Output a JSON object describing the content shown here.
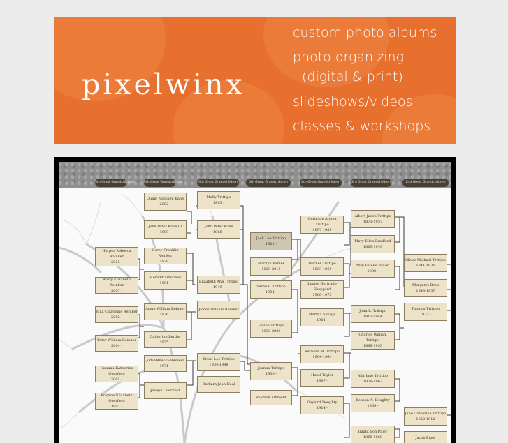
{
  "banner": {
    "logo": "pixelwinx",
    "services": [
      "custom photo albums",
      "photo organizing",
      "(digital & print)",
      "slideshows/videos",
      "classes & workshops"
    ],
    "accent": "#e8702e"
  },
  "tree": {
    "generations": [
      "5th Great Grandchildren",
      "4th Great Grandchildren",
      "6th Great Grandchildren",
      "5th Great Grandchildren",
      "4th Great Grandchildren",
      "3rd Great Grandchildren",
      "2nd Great Grandchildren"
    ],
    "people": [
      {
        "id": "p1",
        "name": "Quinn Madison Kane",
        "years": "2002 -"
      },
      {
        "id": "p2",
        "name": "John Peter Kane III",
        "years": "1999 -"
      },
      {
        "id": "p3",
        "name": "Molly Trittipo",
        "years": "1965 -"
      },
      {
        "id": "p4",
        "name": "John Peter Kane",
        "years": "1966 -"
      },
      {
        "id": "p5",
        "name": "Harper Rebecca Reinker",
        "years": "2013 -"
      },
      {
        "id": "p6",
        "name": "Avery Elizabeth Reinker",
        "years": "2007 -"
      },
      {
        "id": "p7",
        "name": "Corey Franklin Reinker",
        "years": "1979 -"
      },
      {
        "id": "p8",
        "name": "Meredith Pullman",
        "years": "1981 -"
      },
      {
        "id": "p9",
        "name": "Jack Lee Trittipo",
        "years": "1922 -"
      },
      {
        "id": "p10",
        "name": "Marilyn Parker",
        "years": "1929-2011"
      },
      {
        "id": "p11",
        "name": "Gertrude Althea Trittipo",
        "years": "1897-1985"
      },
      {
        "id": "p12",
        "name": "Albert Jacob Trittipo",
        "years": "1871-1937"
      },
      {
        "id": "p13",
        "name": "Mary Ellen Bradford",
        "years": "1863-1949"
      },
      {
        "id": "p14",
        "name": "Werner Trittipo",
        "years": "1893-1960"
      },
      {
        "id": "p15",
        "name": "May Estelle Yelton",
        "years": "1880 -"
      },
      {
        "id": "p16",
        "name": "Oliver Michael Trittipo",
        "years": "1841-1930"
      },
      {
        "id": "p17",
        "name": "Margaret Beck",
        "years": "1848-1937"
      },
      {
        "id": "p18",
        "name": "Elizabeth Ann Trittipo",
        "years": "1949 -"
      },
      {
        "id": "p19",
        "name": "Sarah F. Trittipo",
        "years": "1934 -"
      },
      {
        "id": "p20",
        "name": "Louise Gertrude Sheppard",
        "years": "1900-1973"
      },
      {
        "id": "p21",
        "name": "Thomas Trittipo",
        "years": "1831 -"
      },
      {
        "id": "p22",
        "name": "Julia Catherine Reinker",
        "years": "2002 -"
      },
      {
        "id": "p23",
        "name": "Adam William Reinker",
        "years": "1976 -"
      },
      {
        "id": "p24",
        "name": "James William Reinker",
        "years": ""
      },
      {
        "id": "p25",
        "name": "John L. Trittipo",
        "years": "1812-1944"
      },
      {
        "id": "p26",
        "name": "Peter William Reinker",
        "years": "2004 -"
      },
      {
        "id": "p27",
        "name": "Catherine Zettler",
        "years": "1975 -"
      },
      {
        "id": "p28",
        "name": "Elaine Trittipo",
        "years": "1930-2000"
      },
      {
        "id": "p29",
        "name": "Martha Savage",
        "years": "1904 -"
      },
      {
        "id": "p30",
        "name": "Charles William Trittipo",
        "years": "1868-1953"
      },
      {
        "id": "p31",
        "name": "Jodi Rebecca Reinker",
        "years": "1971 -"
      },
      {
        "id": "p32",
        "name": "Brent Lee Trittipo",
        "years": "1934-1998"
      },
      {
        "id": "p33",
        "name": "Bernard M. Trittipo",
        "years": "1904-1964"
      },
      {
        "id": "p34",
        "name": "Hannah Katherine Overfield",
        "years": "2001 -"
      },
      {
        "id": "p35",
        "name": "Joanna Trittipo",
        "years": "1930 -"
      },
      {
        "id": "p36",
        "name": "Ada Jane Trittipo",
        "years": "1879-1963"
      },
      {
        "id": "p37",
        "name": "Hazel Taylor",
        "years": "1907 -"
      },
      {
        "id": "p38",
        "name": "Barbara Jean Neal",
        "years": ""
      },
      {
        "id": "p39",
        "name": "Joseph Overfield",
        "years": ""
      },
      {
        "id": "p40",
        "name": "Brayton Elizabeth Overfield",
        "years": "1997 -"
      },
      {
        "id": "p41",
        "name": "Raymon Albrecht",
        "years": ""
      },
      {
        "id": "p42",
        "name": "Gaylord Doughty",
        "years": "1914 -"
      },
      {
        "id": "p43",
        "name": "Benson A. Doughty",
        "years": "1869 -"
      },
      {
        "id": "p44",
        "name": "Jane Catherine Trittipo",
        "years": "1852-1912"
      },
      {
        "id": "p45",
        "name": "Infant Son Piper",
        "years": "1868-1868"
      },
      {
        "id": "p46",
        "name": "Jacob Piper",
        "years": ""
      }
    ]
  }
}
